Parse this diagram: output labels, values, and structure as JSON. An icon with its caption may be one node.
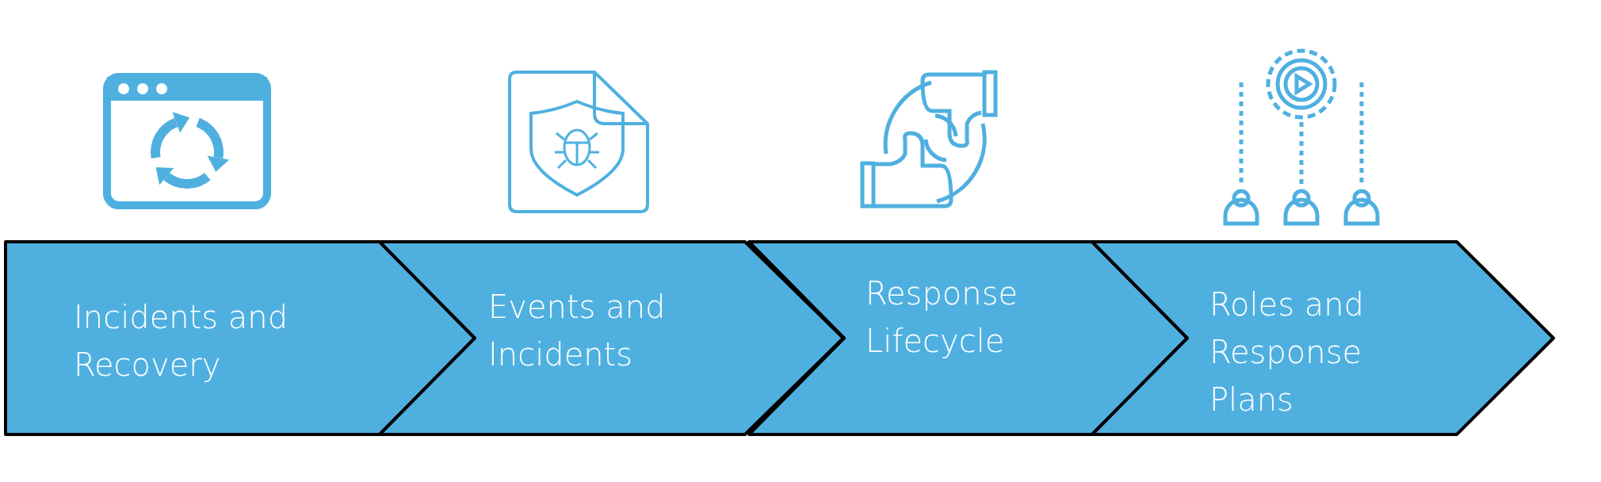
{
  "diagram": {
    "nodes": [
      {
        "text": [
          "Incidents and Recovery"
        ]
      },
      {
        "text": [
          "Events and Incidents"
        ]
      },
      {
        "text": [
          "Response Lifecycle"
        ]
      },
      {
        "text": [
          "Roles and Response Plans"
        ]
      }
    ]
  }
}
